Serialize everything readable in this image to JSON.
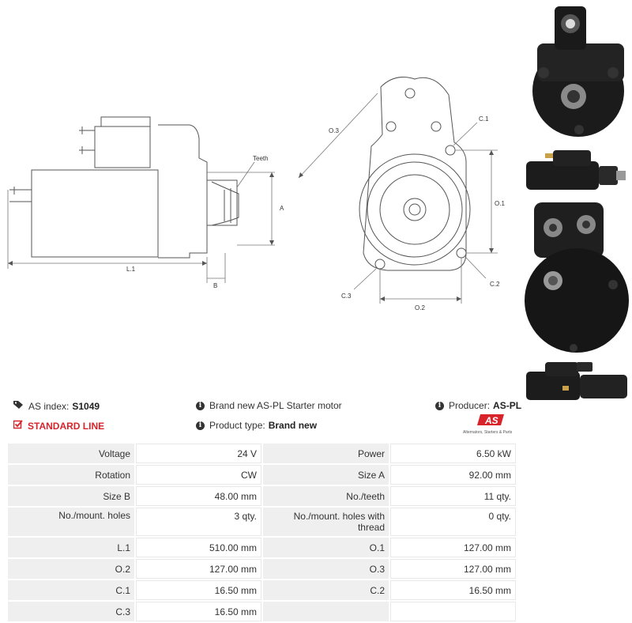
{
  "drawing": {
    "labels": {
      "teeth": "Teeth",
      "a": "A",
      "l1": "L.1",
      "b": "B",
      "o3": "O.3",
      "c1": "C.1",
      "o1": "O.1",
      "c2": "C.2",
      "c3": "C.3",
      "o2": "O.2"
    }
  },
  "header": {
    "as_index_label": "AS index:",
    "as_index_value": "S1049",
    "line_label": "STANDARD LINE",
    "brand_text": "Brand new AS-PL Starter motor",
    "product_type_label": "Product type:",
    "product_type_value": "Brand new",
    "producer_label": "Producer:",
    "producer_value": "AS-PL",
    "logo_text": "AS",
    "logo_sub": "Alternators, Starters & Parts"
  },
  "colors": {
    "accent_red": "#d8232a",
    "label_bg": "#efefef"
  },
  "specs": [
    {
      "label1": "Voltage",
      "value1": "24 V",
      "label2": "Power",
      "value2": "6.50 kW"
    },
    {
      "label1": "Rotation",
      "value1": "CW",
      "label2": "Size A",
      "value2": "92.00 mm"
    },
    {
      "label1": "Size B",
      "value1": "48.00 mm",
      "label2": "No./teeth",
      "value2": "11 qty."
    },
    {
      "label1": "No./mount. holes",
      "value1": "3 qty.",
      "label2": "No./mount. holes with thread",
      "value2": "0 qty."
    },
    {
      "label1": "L.1",
      "value1": "510.00 mm",
      "label2": "O.1",
      "value2": "127.00 mm"
    },
    {
      "label1": "O.2",
      "value1": "127.00 mm",
      "label2": "O.3",
      "value2": "127.00 mm"
    },
    {
      "label1": "C.1",
      "value1": "16.50 mm",
      "label2": "C.2",
      "value2": "16.50 mm"
    },
    {
      "label1": "C.3",
      "value1": "16.50 mm",
      "label2": "",
      "value2": ""
    }
  ]
}
